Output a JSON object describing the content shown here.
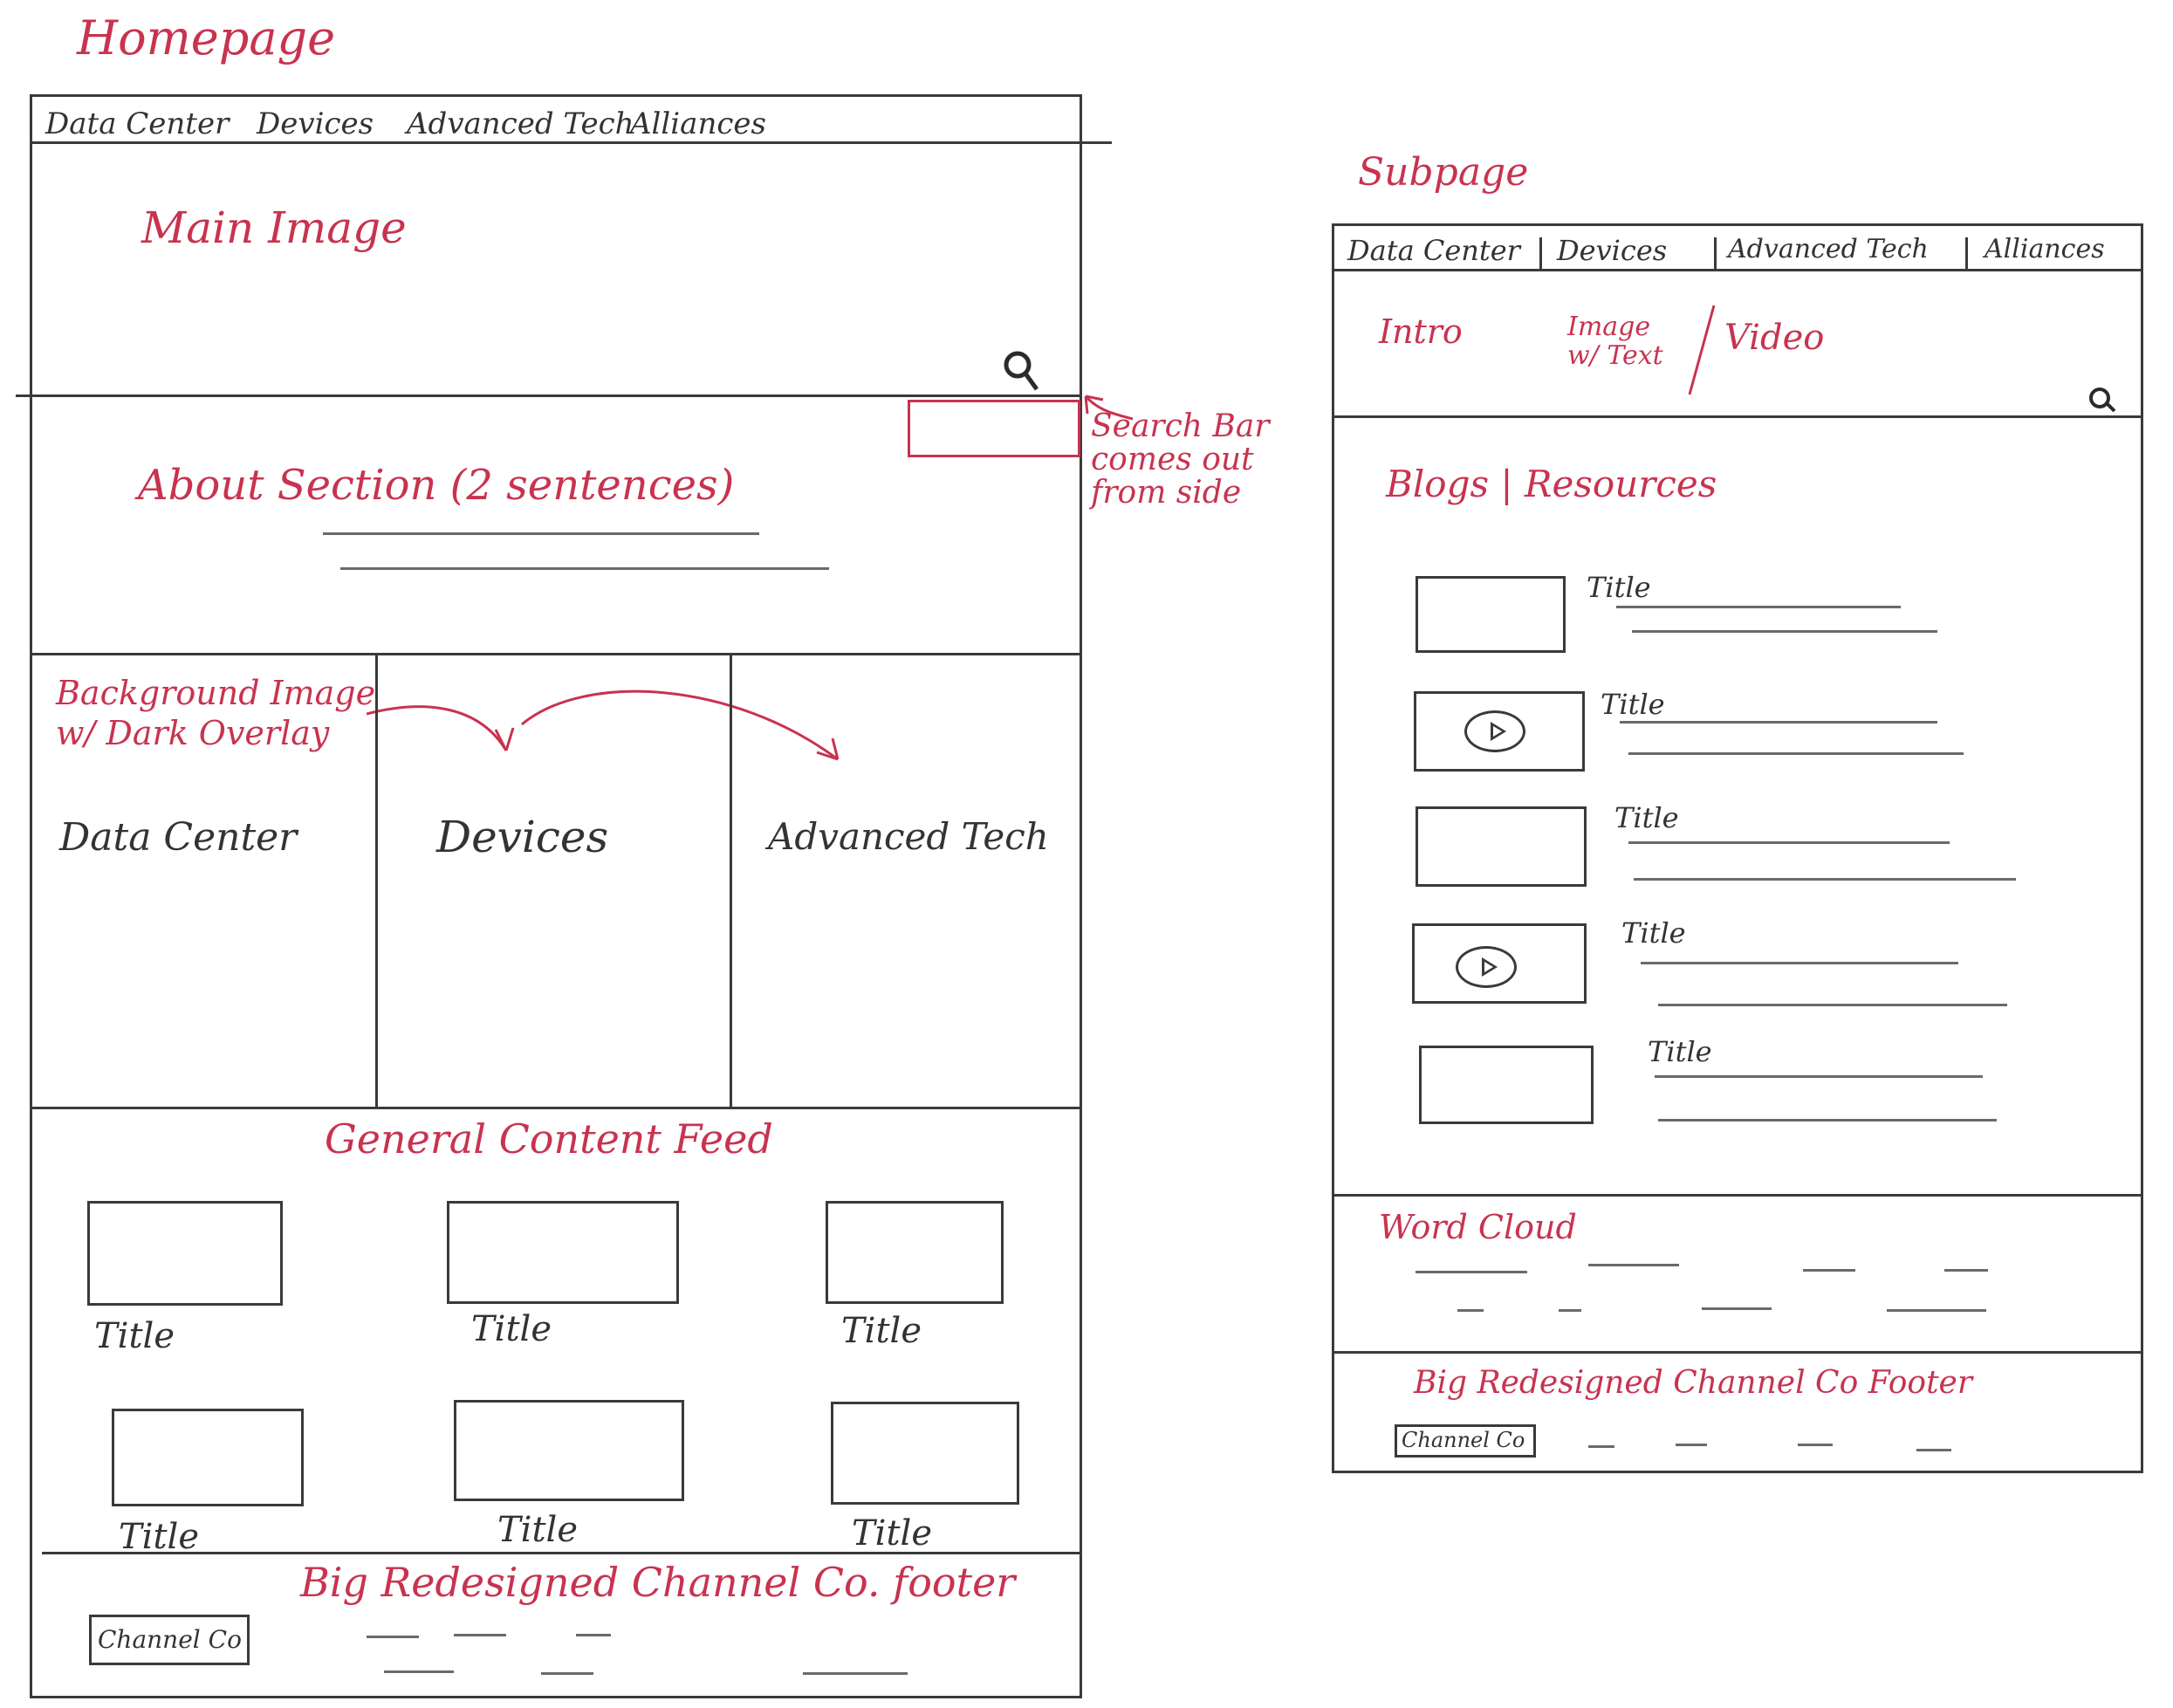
{
  "homepage": {
    "title": "Homepage",
    "nav": [
      "Data Center",
      "Devices",
      "Advanced Tech",
      "Alliances"
    ],
    "main_image_label": "Main Image",
    "search_note": "Search Bar comes out from side",
    "about_label": "About Section (2 sentences)",
    "overlay_note": "Background Image w/ Dark Overlay",
    "categories": [
      "Data Center",
      "Devices",
      "Advanced Tech"
    ],
    "feed_label": "General Content Feed",
    "feed_titles": [
      "Title",
      "Title",
      "Title",
      "Title",
      "Title",
      "Title"
    ],
    "footer_label": "Big Redesigned Channel Co. footer",
    "footer_logo": "Channel Co"
  },
  "subpage": {
    "title": "Subpage",
    "nav": [
      "Data Center",
      "Devices",
      "Advanced Tech",
      "Alliances"
    ],
    "intro_label": "Intro",
    "image_text_label": "Image w/ Text",
    "video_label": "Video",
    "blogs_label": "Blogs | Resources",
    "list_titles": [
      "Title",
      "Title",
      "Title",
      "Title",
      "Title"
    ],
    "word_cloud_label": "Word Cloud",
    "footer_label": "Big Redesigned Channel Co Footer",
    "footer_logo": "Channel Co"
  },
  "colors": {
    "annotation": "#c8334f",
    "ink": "#333333"
  },
  "icons": [
    "search-icon",
    "play-icon"
  ]
}
